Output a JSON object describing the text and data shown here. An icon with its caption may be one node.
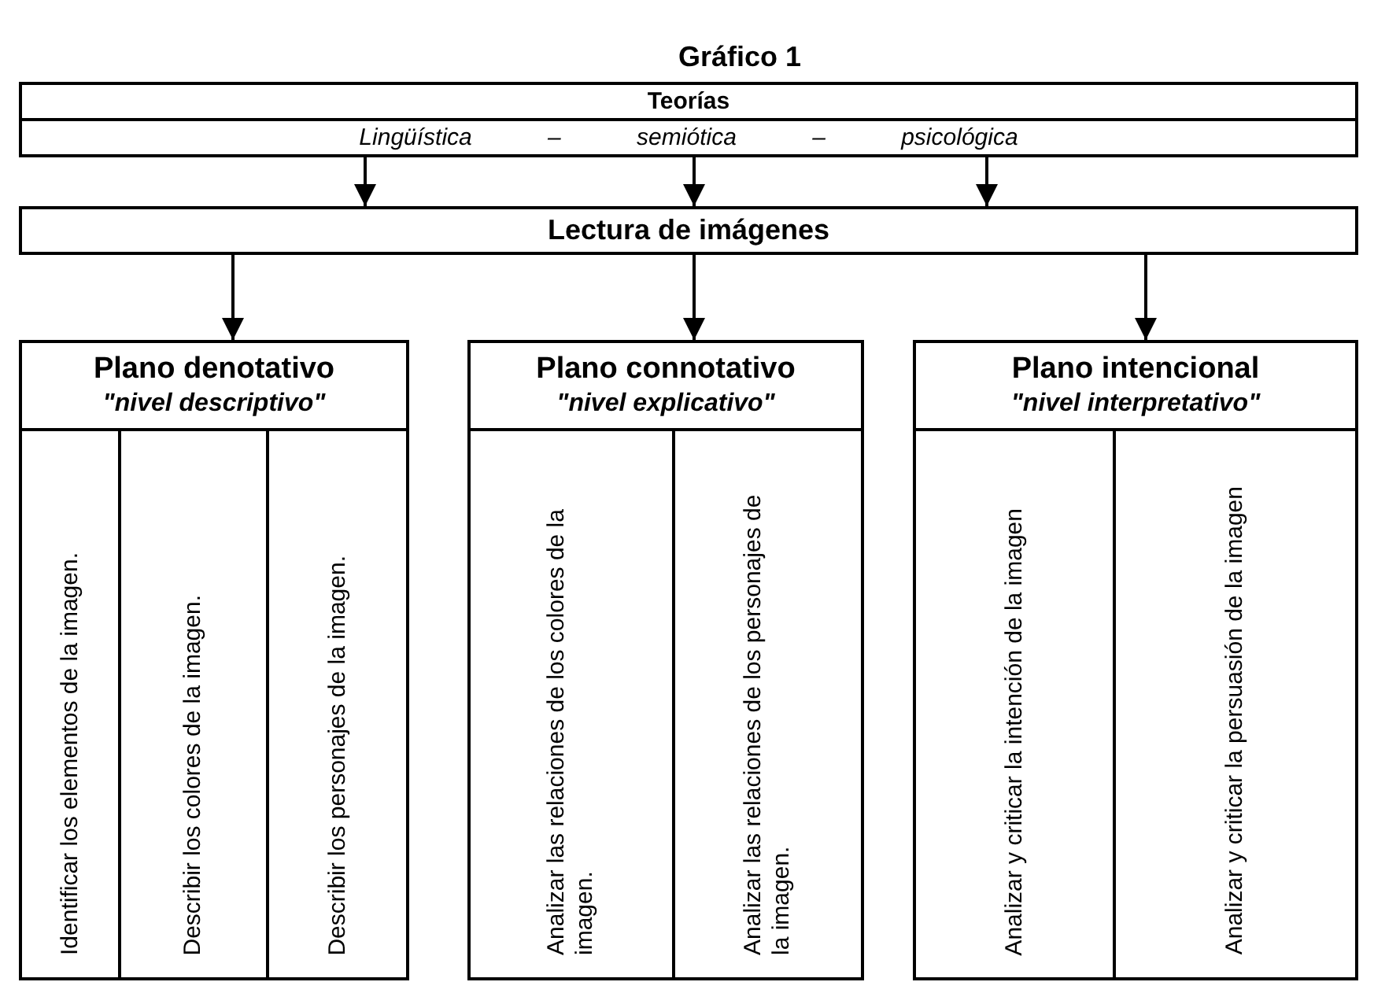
{
  "diagram": {
    "title": "Gráfico 1",
    "nodes": [
      {
        "text": [
          "Teorías",
          "Lingüística – semiótica – psicológica"
        ]
      },
      {
        "text": [
          "Lectura de imágenes"
        ]
      },
      {
        "text": [
          "Plano denotativo",
          "\"nivel descriptivo\""
        ]
      },
      {
        "text": [
          "Identificar los elementos de la imagen."
        ],
        "in": 2
      },
      {
        "text": [
          "Describir los colores de la imagen."
        ],
        "in": 2
      },
      {
        "text": [
          "Describir los personajes de la imagen."
        ],
        "in": 2
      },
      {
        "text": [
          "Plano connotativo",
          "\"nivel explicativo\""
        ]
      },
      {
        "text": [
          "Analizar las relaciones de los colores de la imagen."
        ],
        "in": 6
      },
      {
        "text": [
          "Analizar las relaciones de los personajes de la imagen."
        ],
        "in": 6
      },
      {
        "text": [
          "Plano intencional",
          "\"nivel interpretativo\""
        ]
      },
      {
        "text": [
          "Analizar y criticar la intención de la imagen"
        ],
        "in": 9
      },
      {
        "text": [
          "Analizar y criticar la persuasión de la imagen"
        ],
        "in": 9
      }
    ],
    "edges": [
      {
        "from": 0,
        "to": 1,
        "arrow": "to"
      },
      {
        "from": 0,
        "to": 1,
        "arrow": "to"
      },
      {
        "from": 0,
        "to": 1,
        "arrow": "to"
      },
      {
        "from": 1,
        "to": 2,
        "arrow": "to"
      },
      {
        "from": 1,
        "to": 6,
        "arrow": "to"
      },
      {
        "from": 1,
        "to": 9,
        "arrow": "to"
      }
    ]
  }
}
